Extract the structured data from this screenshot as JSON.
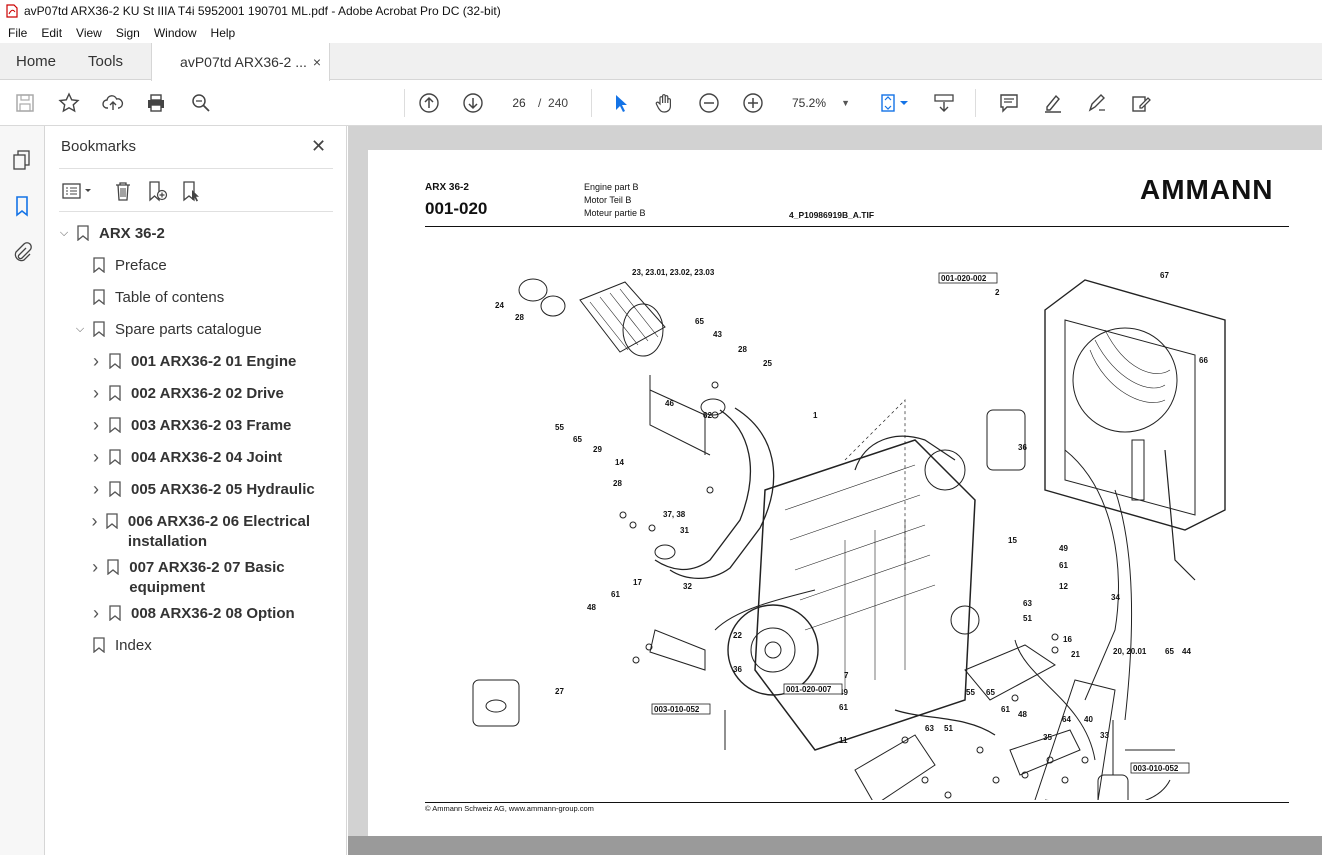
{
  "window": {
    "title": "avP07td ARX36-2 KU St IIIA T4i 5952001 190701 ML.pdf - Adobe Acrobat Pro DC (32-bit)"
  },
  "menu": {
    "items": [
      "File",
      "Edit",
      "View",
      "Sign",
      "Window",
      "Help"
    ]
  },
  "tabs": {
    "home": "Home",
    "tools": "Tools",
    "document": "avP07td ARX36-2 ...",
    "close": "×"
  },
  "toolbar": {
    "page_current": "26",
    "page_separator": "/",
    "page_total": "240",
    "zoom": "75.2%"
  },
  "bookmarks": {
    "title": "Bookmarks",
    "items": [
      {
        "label": "ARX 36-2",
        "level": 0,
        "expanded": true,
        "bold": true
      },
      {
        "label": "Preface",
        "level": 1
      },
      {
        "label": "Table of contens",
        "level": 1
      },
      {
        "label": "Spare parts catalogue",
        "level": 1,
        "expanded": true
      },
      {
        "label": "001 ARX36-2 01 Engine",
        "level": 2,
        "bold": true
      },
      {
        "label": "002 ARX36-2 02 Drive",
        "level": 2,
        "bold": true
      },
      {
        "label": "003 ARX36-2 03 Frame",
        "level": 2,
        "bold": true
      },
      {
        "label": "004 ARX36-2 04 Joint",
        "level": 2,
        "bold": true
      },
      {
        "label": "005 ARX36-2 05 Hydraulic",
        "level": 2,
        "bold": true
      },
      {
        "label": "006 ARX36-2 06 Electrical installation",
        "level": 2,
        "bold": true
      },
      {
        "label": "007 ARX36-2 07 Basic equipment",
        "level": 2,
        "bold": true
      },
      {
        "label": "008 ARX36-2 08 Option",
        "level": 2,
        "bold": true
      },
      {
        "label": "Index",
        "level": 1
      }
    ]
  },
  "document_page": {
    "model": "ARX 36-2",
    "code": "001-020",
    "desc_en": "Engine part B",
    "desc_de": "Motor Teil B",
    "desc_fr": "Moteur partie B",
    "image_ref": "4_P10986919B_A.TIF",
    "logo": "AMMANN",
    "footer": "© Ammann Schweiz AG, www.ammann-group.com",
    "callouts": [
      "24",
      "28",
      "23, 23.01, 23.02, 23.03",
      "65",
      "43",
      "28",
      "25",
      "55",
      "65",
      "29",
      "14",
      "46",
      "62",
      "1",
      "28",
      "37, 38",
      "31",
      "17",
      "61",
      "48",
      "32",
      "22",
      "36",
      "27",
      "2",
      "67",
      "66",
      "36",
      "15",
      "49",
      "61",
      "12",
      "63",
      "51",
      "34",
      "16",
      "21",
      "20, 20.01",
      "65",
      "44",
      "7",
      "49",
      "61",
      "11",
      "63",
      "51",
      "55",
      "65",
      "61",
      "48",
      "64",
      "40",
      "33",
      "35"
    ],
    "refs": [
      "001-020-002",
      "001-020-007",
      "003-010-052",
      "003-010-052"
    ]
  },
  "colors": {
    "accent": "#1473e6",
    "sidebar_bg": "#f7f7f7",
    "viewer_bg": "#d2d2d2"
  }
}
